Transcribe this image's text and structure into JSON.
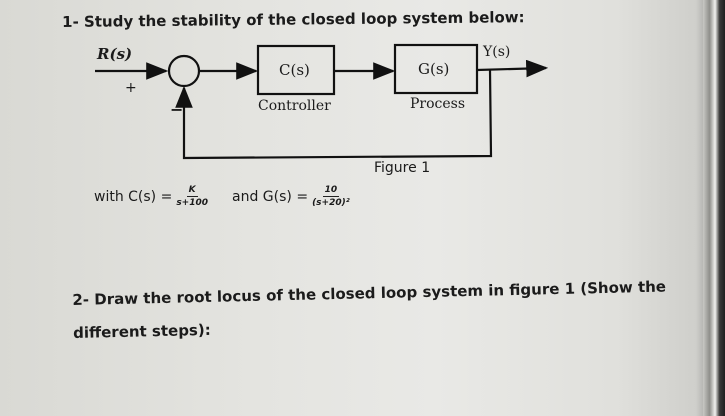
{
  "question1": {
    "number": "1-",
    "text": "Study the stability of the closed loop system below:"
  },
  "diagram": {
    "input_label": "R(s)",
    "output_label": "Y(s)",
    "plus_sign": "+",
    "minus_sign": "−",
    "controller_block": "C(s)",
    "controller_label": "Controller",
    "process_block": "G(s)",
    "process_label": "Process",
    "figure_caption": "Figure 1"
  },
  "equations": {
    "with_text": "with C(s) =",
    "c_numerator": "K",
    "c_denominator": "s+100",
    "and_text": "and G(s) =",
    "g_numerator": "10",
    "g_denominator": "(s+20)²"
  },
  "question2": {
    "number": "2-",
    "text": "Draw the root locus of the closed loop system in figure 1 (Show the different steps):"
  }
}
